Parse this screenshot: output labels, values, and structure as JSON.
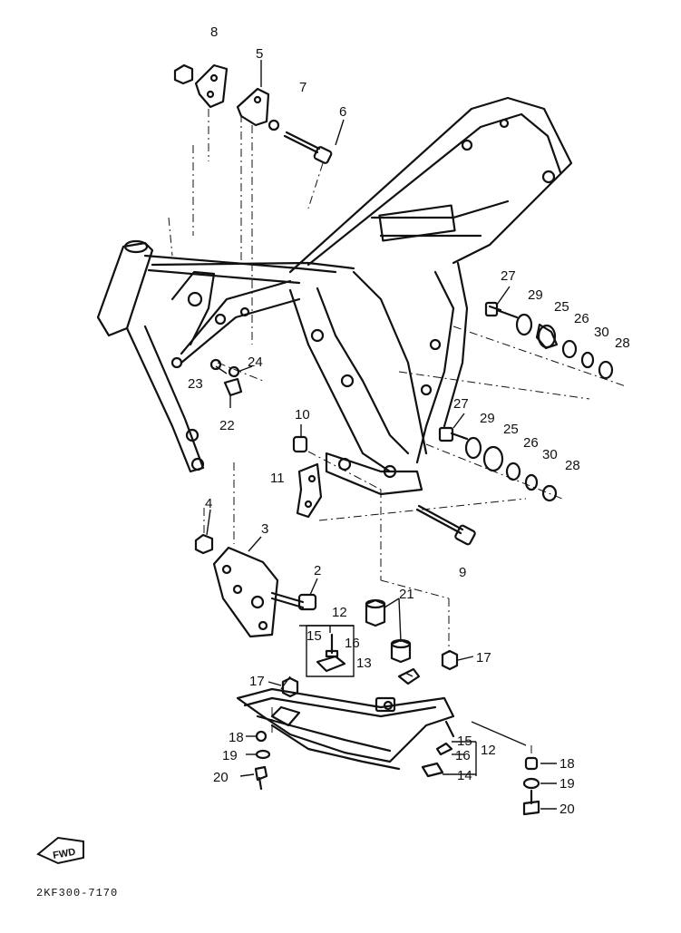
{
  "callouts": [
    {
      "id": "c8",
      "text": "8"
    },
    {
      "id": "c5",
      "text": "5"
    },
    {
      "id": "c7",
      "text": "7"
    },
    {
      "id": "c6",
      "text": "6"
    },
    {
      "id": "c27a",
      "text": "27"
    },
    {
      "id": "c29a",
      "text": "29"
    },
    {
      "id": "c25a",
      "text": "25"
    },
    {
      "id": "c26a",
      "text": "26"
    },
    {
      "id": "c30a",
      "text": "30"
    },
    {
      "id": "c28a",
      "text": "28"
    },
    {
      "id": "c23",
      "text": "23"
    },
    {
      "id": "c24",
      "text": "24"
    },
    {
      "id": "c22",
      "text": "22"
    },
    {
      "id": "c10",
      "text": "10"
    },
    {
      "id": "c27b",
      "text": "27"
    },
    {
      "id": "c29b",
      "text": "29"
    },
    {
      "id": "c25b",
      "text": "25"
    },
    {
      "id": "c26b",
      "text": "26"
    },
    {
      "id": "c30b",
      "text": "30"
    },
    {
      "id": "c28b",
      "text": "28"
    },
    {
      "id": "c11",
      "text": "11"
    },
    {
      "id": "c4",
      "text": "4"
    },
    {
      "id": "c3",
      "text": "3"
    },
    {
      "id": "c9",
      "text": "9"
    },
    {
      "id": "c2",
      "text": "2"
    },
    {
      "id": "c12a",
      "text": "12"
    },
    {
      "id": "c21",
      "text": "21"
    },
    {
      "id": "c15a",
      "text": "15"
    },
    {
      "id": "c16a",
      "text": "16"
    },
    {
      "id": "c13",
      "text": "13"
    },
    {
      "id": "c17a",
      "text": "17"
    },
    {
      "id": "c17b",
      "text": "17"
    },
    {
      "id": "c18a",
      "text": "18"
    },
    {
      "id": "c19a",
      "text": "19"
    },
    {
      "id": "c20a",
      "text": "20"
    },
    {
      "id": "c15b",
      "text": "15"
    },
    {
      "id": "c16b",
      "text": "16"
    },
    {
      "id": "c12b",
      "text": "12"
    },
    {
      "id": "c14",
      "text": "14"
    },
    {
      "id": "c18b",
      "text": "18"
    },
    {
      "id": "c19b",
      "text": "19"
    },
    {
      "id": "c20b",
      "text": "20"
    }
  ],
  "fwd_label": "FWD",
  "diagram_code": "2KF300-7170",
  "icons": [
    "frame-drawing",
    "engine-guard-drawing",
    "fwd-arrow-icon"
  ]
}
